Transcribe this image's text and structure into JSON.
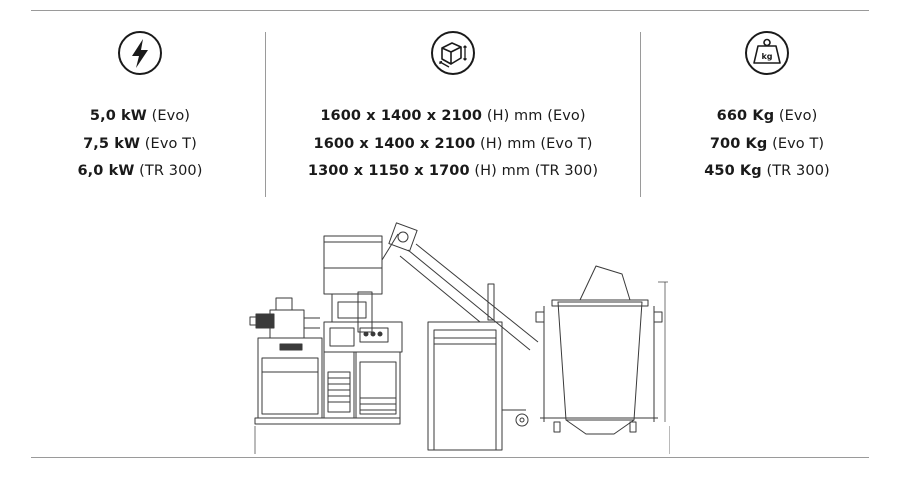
{
  "columns": [
    {
      "icon": "lightning-bolt-icon",
      "lines": [
        {
          "value": "5,0 kW",
          "variant": "(Evo)"
        },
        {
          "value": "7,5 kW",
          "variant": "(Evo T)"
        },
        {
          "value": "6,0 kW",
          "variant": " (TR 300)"
        }
      ]
    },
    {
      "icon": "box-dimensions-icon",
      "lines": [
        {
          "value": "1600 x 1400 x 2100",
          "variant": "(H) mm (Evo)"
        },
        {
          "value": "1600 x 1400 x 2100",
          "variant": "(H) mm (Evo T)"
        },
        {
          "value": "1300 x 1150 x 1700",
          "variant": "(H) mm  (TR 300)"
        }
      ]
    },
    {
      "icon": "weight-kg-icon",
      "icon_text": "kg",
      "lines": [
        {
          "value": "660 Kg",
          "variant": "(Evo)"
        },
        {
          "value": "700 Kg",
          "variant": "(Evo T)"
        },
        {
          "value": "450 Kg",
          "variant": "(TR 300)"
        }
      ]
    }
  ],
  "colors": {
    "text": "#1a1a1a",
    "rule": "#9a9a9a",
    "drawing_line": "#3a3a3a"
  }
}
